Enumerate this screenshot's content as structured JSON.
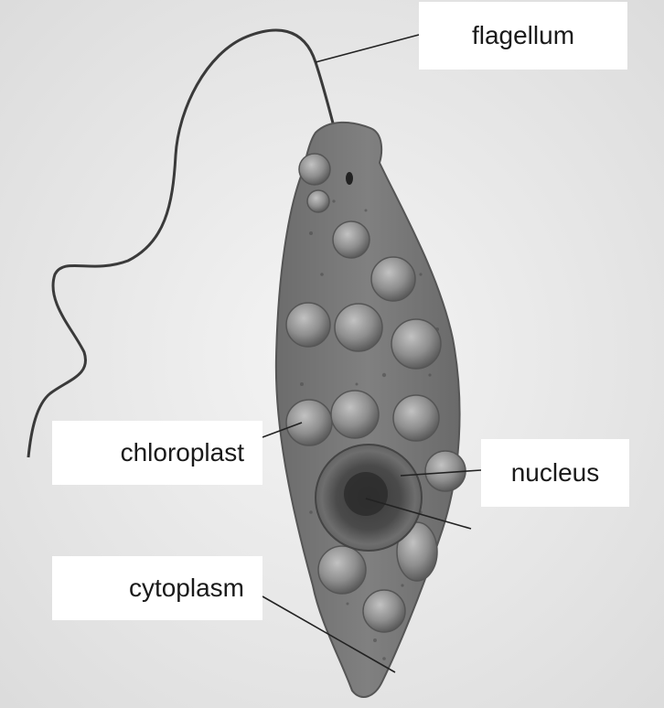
{
  "labels": {
    "flagellum": "flagellum",
    "chloroplast": "chloroplast",
    "nucleus": "nucleus",
    "cytoplasm": "cytoplasm"
  },
  "colors": {
    "background": "#eeeeee",
    "cell_body": "#7a7a7a",
    "organelle": "#9a9a9a",
    "leader_line": "#222222"
  }
}
